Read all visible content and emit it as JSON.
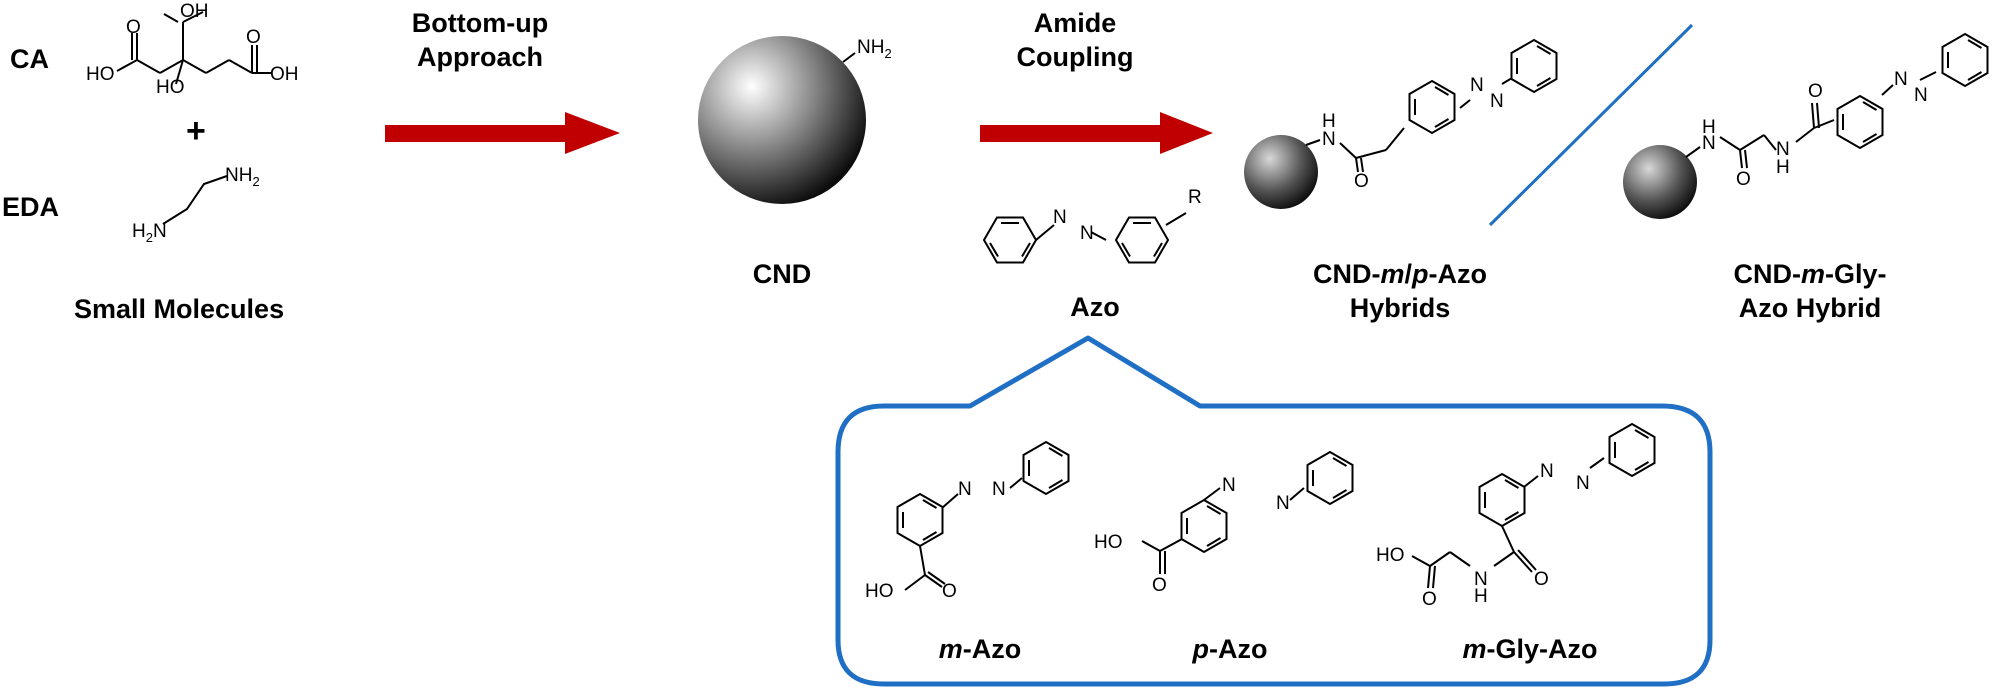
{
  "colors": {
    "arrow": "#c00000",
    "accent_blue": "#1f6fc4",
    "sphere_dark": "#111111",
    "sphere_light": "#ffffff"
  },
  "reactants": {
    "ca_label": "CA",
    "plus": "+",
    "eda_label": "EDA",
    "caption": "Small Molecules",
    "atoms": {
      "ho": "HO",
      "oh": "OH",
      "o": "O",
      "nh2": "NH",
      "h2n": "H",
      "n_sub": "2",
      "n": "N"
    }
  },
  "step1": {
    "line1": "Bottom-up",
    "line2": "Approach"
  },
  "cnd": {
    "label": "CND",
    "amine": "NH",
    "amine_sub": "2"
  },
  "step2": {
    "line1": "Amide",
    "line2": "Coupling"
  },
  "azo": {
    "label": "Azo",
    "r": "R",
    "n": "N"
  },
  "hybrid_a": {
    "prefix": "CND-",
    "m": "m",
    "slash": "/",
    "p": "p",
    "suffix": "-Azo",
    "line2": "Hybrids",
    "h": "H",
    "n": "N",
    "o": "O"
  },
  "hybrid_b": {
    "prefix": "CND-",
    "m": "m",
    "suffix": "-Gly-",
    "line2": "Azo Hybrid",
    "h": "H",
    "n": "N",
    "o": "O"
  },
  "callout": {
    "m_azo": {
      "m": "m",
      "rest": "-Azo"
    },
    "p_azo": {
      "p": "p",
      "rest": "-Azo"
    },
    "m_gly_azo": {
      "m": "m",
      "rest": "-Gly-Azo"
    },
    "ho": "HO",
    "o": "O",
    "n": "N",
    "h": "H"
  }
}
